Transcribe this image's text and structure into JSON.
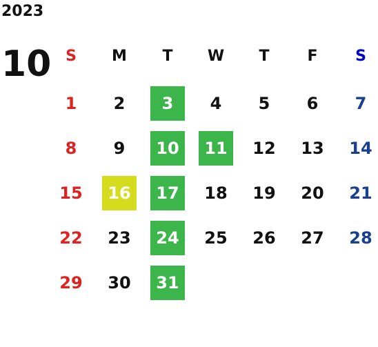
{
  "calendar": {
    "year": "2023",
    "month": "10",
    "weekdays": [
      "S",
      "M",
      "T",
      "W",
      "T",
      "F",
      "S"
    ],
    "colors": {
      "default": "#111111",
      "sunday": "#dd2222",
      "saturday": "#1a3f8f",
      "saturday_header": "#0000cc",
      "highlight_green": "#3cb54a",
      "highlight_yellow": "#d5dc1e",
      "highlight_text": "#ffffff"
    },
    "weeks": [
      [
        {
          "day": "1",
          "highlight": "none"
        },
        {
          "day": "2",
          "highlight": "none"
        },
        {
          "day": "3",
          "highlight": "green"
        },
        {
          "day": "4",
          "highlight": "none"
        },
        {
          "day": "5",
          "highlight": "none"
        },
        {
          "day": "6",
          "highlight": "none"
        },
        {
          "day": "7",
          "highlight": "none"
        }
      ],
      [
        {
          "day": "8",
          "highlight": "none"
        },
        {
          "day": "9",
          "highlight": "none"
        },
        {
          "day": "10",
          "highlight": "green"
        },
        {
          "day": "11",
          "highlight": "green"
        },
        {
          "day": "12",
          "highlight": "none"
        },
        {
          "day": "13",
          "highlight": "none"
        },
        {
          "day": "14",
          "highlight": "none"
        }
      ],
      [
        {
          "day": "15",
          "highlight": "none"
        },
        {
          "day": "16",
          "highlight": "yellow"
        },
        {
          "day": "17",
          "highlight": "green"
        },
        {
          "day": "18",
          "highlight": "none"
        },
        {
          "day": "19",
          "highlight": "none"
        },
        {
          "day": "20",
          "highlight": "none"
        },
        {
          "day": "21",
          "highlight": "none"
        }
      ],
      [
        {
          "day": "22",
          "highlight": "none"
        },
        {
          "day": "23",
          "highlight": "none"
        },
        {
          "day": "24",
          "highlight": "green"
        },
        {
          "day": "25",
          "highlight": "none"
        },
        {
          "day": "26",
          "highlight": "none"
        },
        {
          "day": "27",
          "highlight": "none"
        },
        {
          "day": "28",
          "highlight": "none"
        }
      ],
      [
        {
          "day": "29",
          "highlight": "none"
        },
        {
          "day": "30",
          "highlight": "none"
        },
        {
          "day": "31",
          "highlight": "green"
        },
        null,
        null,
        null,
        null
      ]
    ]
  }
}
